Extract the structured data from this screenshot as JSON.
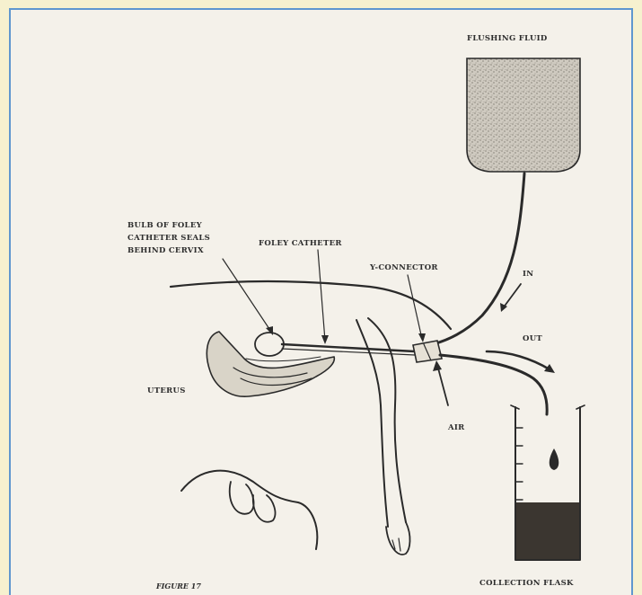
{
  "labels": {
    "flushing_fluid": "FLUSHING FLUID",
    "bulb_line1": "BULB OF FOLEY",
    "bulb_line2": "CATHETER SEALS",
    "bulb_line3": "BEHIND CERVIX",
    "foley_catheter": "FOLEY CATHETER",
    "y_connector": "Y-CONNECTOR",
    "in": "IN",
    "out": "OUT",
    "uterus": "UTERUS",
    "air": "AIR",
    "collection_flask": "COLLECTION FLASK",
    "figure": "FIGURE 17"
  },
  "colors": {
    "frame_background": "#f6f1cf",
    "frame_border": "#5f97cf",
    "paper": "#f4f1ea",
    "ink": "#2a2a2a"
  }
}
